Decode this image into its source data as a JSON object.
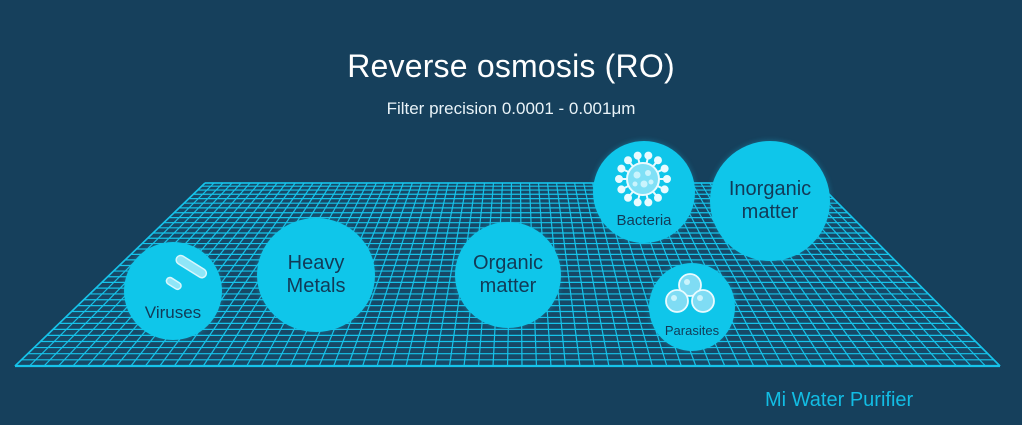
{
  "header": {
    "title": "Reverse osmosis (RO)",
    "subtitle": "Filter precision 0.0001 - 0.001μm"
  },
  "contaminants": {
    "viruses": "Viruses",
    "heavy_metals": "Heavy\nMetals",
    "organic": "Organic\nmatter",
    "bacteria": "Bacteria",
    "inorganic": "Inorganic\nmatter",
    "parasites": "Parasites"
  },
  "footer": {
    "brand": "Mi Water Purifier"
  },
  "colors": {
    "background": "#16405c",
    "grid": "#16c3ea",
    "bubble": "#0fc6ea",
    "bubble_text": "#123a57",
    "title": "#ffffff",
    "brand": "#12bde4"
  },
  "icons": [
    "virus-capsule-icon",
    "bacteria-icon",
    "parasite-cells-icon"
  ]
}
